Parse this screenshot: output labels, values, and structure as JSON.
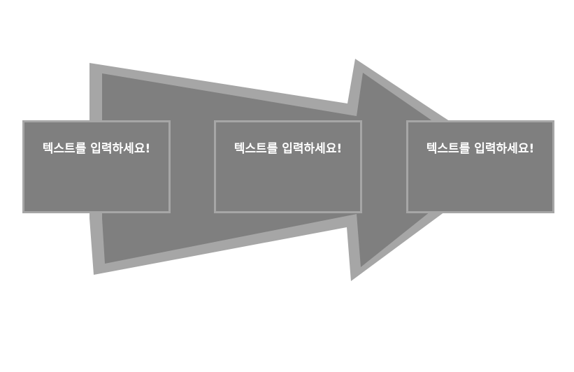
{
  "diagram": {
    "arrow": {
      "fill": "#7f7f7f",
      "outline": "#a6a6a6"
    },
    "box": {
      "fill": "#7f7f7f",
      "border": "#a6a6a6",
      "text_color": "#ffffff"
    },
    "steps": [
      {
        "text": "텍스트를 입력하세요!"
      },
      {
        "text": "텍스트를 입력하세요!"
      },
      {
        "text": "텍스트를 입력하세요!"
      }
    ]
  }
}
